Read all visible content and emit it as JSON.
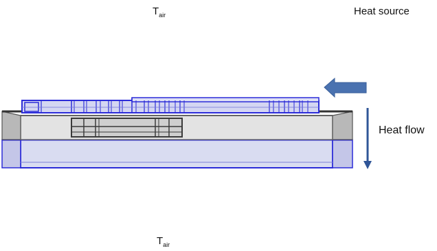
{
  "labels": {
    "t_air_top": {
      "main": "T",
      "sub": "air"
    },
    "t_air_bottom": {
      "main": "T",
      "sub": "air"
    },
    "heat_source": "Heat source",
    "heat_flow": "Heat flow"
  },
  "colors": {
    "blue_outline": "#2b2bd8",
    "blue_fill": "#d5d8ef",
    "gray_fill": "#dcdcdc",
    "dark_gray": "#5a5a5a",
    "arrow_blue": "#4a72b0",
    "arrow_dark": "#2f5597"
  },
  "icons": {
    "heat_source_arrow": "arrow-left-icon",
    "heat_flow_arrow": "arrow-down-icon"
  }
}
